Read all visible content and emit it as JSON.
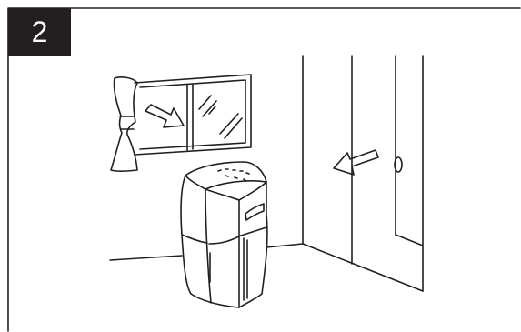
{
  "step": {
    "number": "2"
  },
  "illustration": {
    "ink_color": "#231f20",
    "background_color": "#ffffff",
    "icons": [
      "window-with-curtain",
      "dehumidifier",
      "door",
      "arrow-icon"
    ]
  }
}
